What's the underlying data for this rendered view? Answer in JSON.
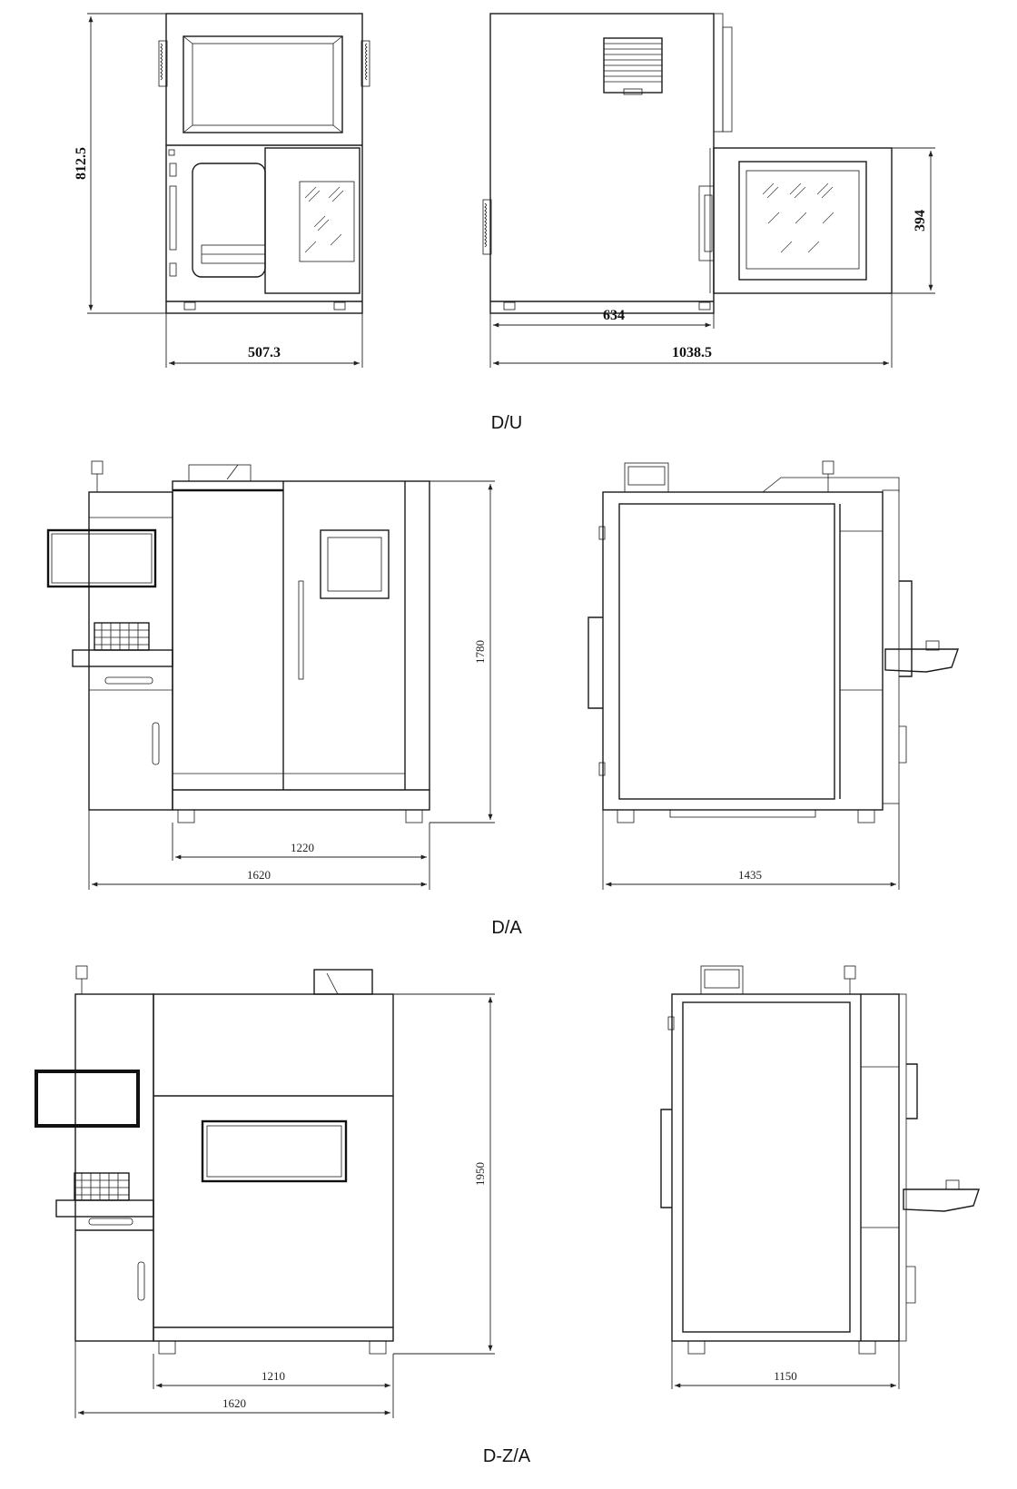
{
  "views": [
    {
      "caption": "D/U",
      "front": {
        "height": "812.5",
        "width": "507.3"
      },
      "side": {
        "door_height": "394",
        "body_depth": "634",
        "total_depth": "1038.5"
      }
    },
    {
      "caption": "D/A",
      "front": {
        "height": "1780",
        "chamber_width": "1220",
        "total_width": "1620"
      },
      "side": {
        "depth": "1435"
      }
    },
    {
      "caption": "D-Z/A",
      "front": {
        "height": "1950",
        "chamber_width": "1210",
        "total_width": "1620"
      },
      "side": {
        "depth": "1150"
      }
    }
  ]
}
